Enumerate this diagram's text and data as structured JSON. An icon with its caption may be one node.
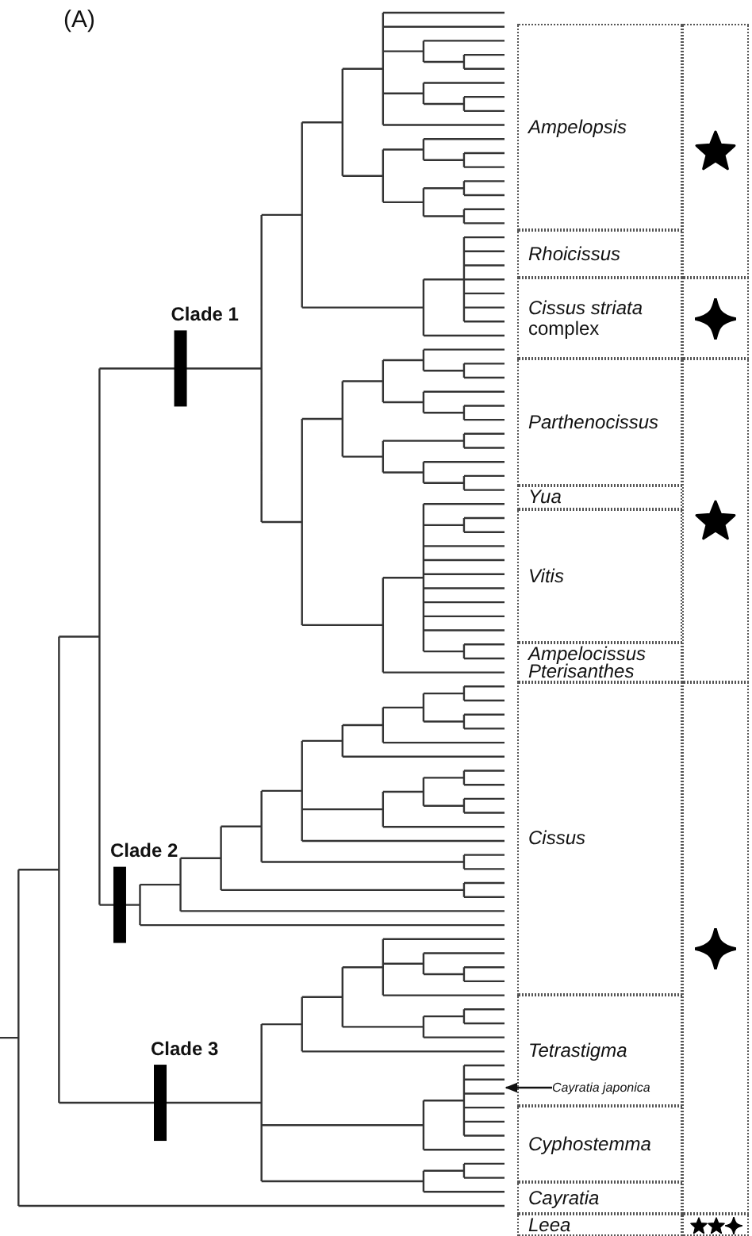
{
  "diagram": {
    "nodes": [
      {
        "text": [
          "Ampelopsis"
        ]
      },
      {
        "text": [
          "Rhoicissus"
        ]
      },
      {
        "text": [
          "*Cissus striata* complex"
        ]
      },
      {
        "text": [
          "Parthenocissus"
        ]
      },
      {
        "text": [
          "Yua"
        ]
      },
      {
        "text": [
          "Vitis"
        ]
      },
      {
        "text": [
          "Ampelocissus",
          "Pterisanthes"
        ]
      },
      {
        "text": [
          "Cissus"
        ]
      },
      {
        "text": [
          "Tetrastigma"
        ]
      },
      {
        "text": [
          "Cyphostemma"
        ]
      },
      {
        "text": [
          "Cayratia"
        ]
      },
      {
        "text": [
          "Leea"
        ]
      },
      {
        "text": [
          "Cayratia japonica"
        ],
        "in": 8
      },
      {
        "text": [],
        "shape": "box"
      },
      {
        "text": [],
        "shape": "box"
      },
      {
        "text": [],
        "shape": "box"
      },
      {
        "text": [],
        "shape": "box"
      },
      {
        "text": [],
        "shape": "box"
      },
      {
        "text": [],
        "shape": "picture"
      }
    ],
    "edges": [
      {
        "from": 12,
        "to": 18,
        "arrow": "to"
      }
    ],
    "labels": [
      "(A)",
      "Clade 1",
      "Clade 2",
      "Clade 3"
    ]
  }
}
